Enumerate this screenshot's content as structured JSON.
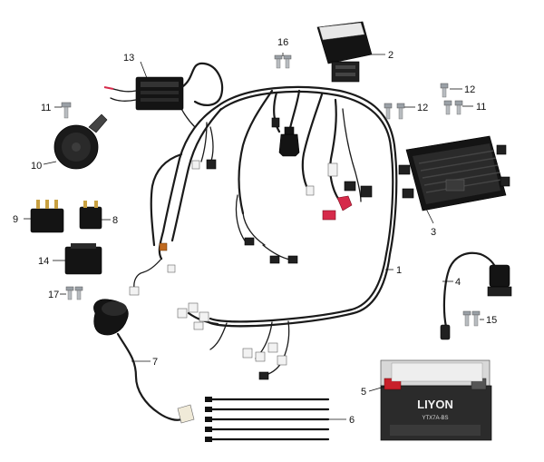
{
  "callouts": {
    "n1": "1",
    "n2": "2",
    "n3": "3",
    "n4": "4",
    "n5": "5",
    "n6": "6",
    "n7": "7",
    "n8": "8",
    "n9": "9",
    "n10": "10",
    "n11a": "11",
    "n11b": "11",
    "n12a": "12",
    "n12b": "12",
    "n13": "13",
    "n14": "14",
    "n15": "15",
    "n16": "16",
    "n17": "17"
  },
  "battery": {
    "brand": "LIYON",
    "model": "YTX7A-BS"
  },
  "colors": {
    "harness": "#1a1a1a",
    "connector_red": "#d62a4a",
    "connector_white": "#f2f2f2",
    "battery_body": "#2b2b2b",
    "battery_terminal": "#c8202a"
  }
}
